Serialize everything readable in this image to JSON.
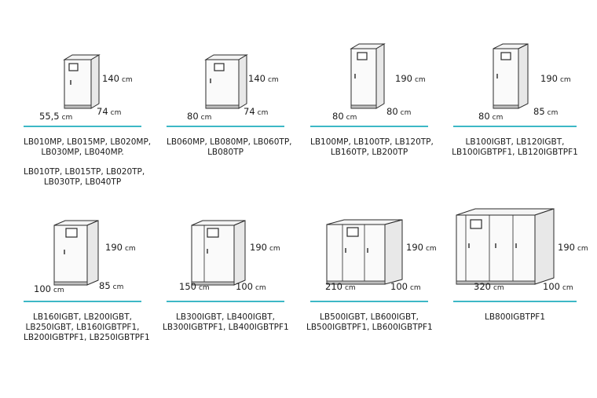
{
  "items": [
    {
      "height": "140",
      "depth": "74",
      "width": "55,5",
      "unit": "cm",
      "models": [
        "LB010MP, LB015MP, LB020MP,",
        "LB030MP, LB040MP."
      ],
      "models_extra": [
        "LB010TP, LB015TP, LB020TP,",
        "LB030TP, LB040TP"
      ]
    },
    {
      "height": "140",
      "depth": "74",
      "width": "80",
      "unit": "cm",
      "models": [
        "LB060MP, LB080MP, LB060TP,",
        "LB080TP"
      ]
    },
    {
      "height": "190",
      "depth": "80",
      "width": "80",
      "unit": "cm",
      "models": [
        "LB100MP, LB100TP, LB120TP,",
        "LB160TP, LB200TP"
      ]
    },
    {
      "height": "190",
      "depth": "85",
      "width": "80",
      "unit": "cm",
      "models": [
        "LB100IGBT, LB120IGBT,",
        "LB100IGBTPF1, LB120IGBTPF1"
      ]
    },
    {
      "height": "190",
      "depth": "85",
      "width": "100",
      "unit": "cm",
      "models": [
        "LB160IGBT, LB200IGBT,",
        "LB250IGBT, LB160IGBTPF1,",
        "LB200IGBTPF1, LB250IGBTPF1"
      ]
    },
    {
      "height": "190",
      "depth": "100",
      "width": "150",
      "unit": "cm",
      "models": [
        "LB300IGBT, LB400IGBT,",
        "LB300IGBTPF1, LB400IGBTPF1"
      ]
    },
    {
      "height": "190",
      "depth": "100",
      "width": "210",
      "unit": "cm",
      "models": [
        "LB500IGBT, LB600IGBT,",
        "LB500IGBTPF1, LB600IGBTPF1"
      ]
    },
    {
      "height": "190",
      "depth": "100",
      "width": "320",
      "unit": "cm",
      "models": [
        "LB800IGBTPF1"
      ]
    }
  ],
  "accent_color": "#3db8c6"
}
